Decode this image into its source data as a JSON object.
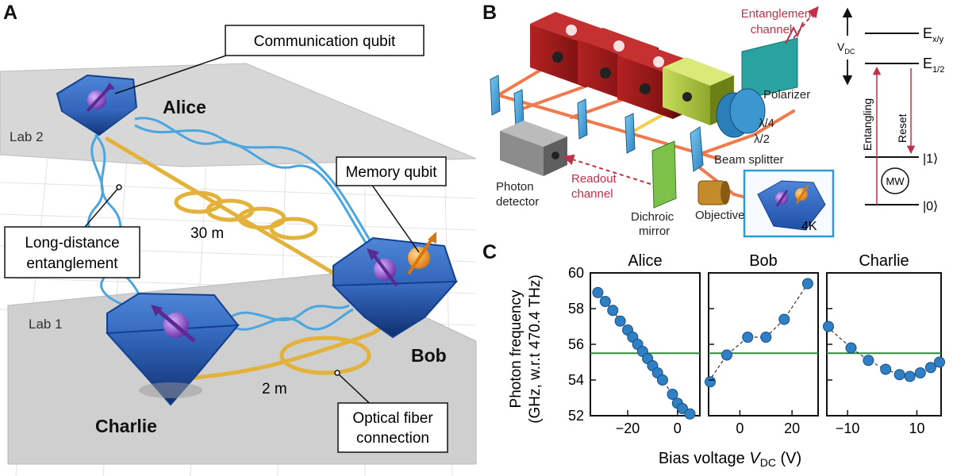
{
  "panels": {
    "a": {
      "letter": "A",
      "node_alice": "Alice",
      "node_bob": "Bob",
      "node_charlie": "Charlie",
      "lab2": "Lab 2",
      "lab1": "Lab 1",
      "callout_communication": "Communication qubit",
      "callout_memory": "Memory qubit",
      "callout_entanglement_1": "Long-distance",
      "callout_entanglement_2": "entanglement",
      "callout_fiber_1": "Optical fiber",
      "callout_fiber_2": "connection",
      "dist_long": "30 m",
      "dist_short": "2 m"
    },
    "b": {
      "letter": "B",
      "entanglement_channel_1": "Entanglement",
      "entanglement_channel_2": "channel",
      "readout_channel_1": "Readout",
      "readout_channel_2": "channel",
      "photon_detector_1": "Photon",
      "photon_detector_2": "detector",
      "dichroic_1": "Dichroic",
      "dichroic_2": "mirror",
      "objective": "Objective",
      "beam_splitter": "Beam splitter",
      "polarizer": "Polarizer",
      "quarter_wave": "λ/4",
      "half_wave": "λ/2",
      "cryo": "4K",
      "level_exy": "E",
      "level_exy_sub": "x/y",
      "level_e12": "E",
      "level_e12_sub": "1/2",
      "level_1": "|1⟩",
      "level_0": "|0⟩",
      "vdc": "V",
      "vdc_sub": "DC",
      "entangling": "Entangling",
      "reset": "Reset",
      "mw": "MW"
    },
    "c": {
      "letter": "C"
    }
  },
  "chart_data": {
    "type": "scatter",
    "ylabel_line1": "Photon frequency",
    "ylabel_line2": "(GHz, w.r.t 470.4 THz)",
    "xlabel": "Bias voltage",
    "xlabel_var": "V",
    "xlabel_sub": "DC",
    "xlabel_unit": "(V)",
    "ylim": [
      52,
      60
    ],
    "yticks": [
      52,
      54,
      56,
      58,
      60
    ],
    "reference_line_y": 55.5,
    "colors": {
      "points": "#2f7fc4",
      "points_edge": "#1b4f85",
      "reference": "#2e8b3a",
      "fit": "#333333"
    },
    "subplots": [
      {
        "name": "Alice",
        "xlim": [
          -35,
          9
        ],
        "xticks": [
          -20,
          0
        ],
        "x": [
          -32,
          -29,
          -26,
          -23,
          -20,
          -18,
          -16,
          -14,
          -12,
          -10,
          -8,
          -6,
          -2,
          0,
          2,
          5
        ],
        "y": [
          58.9,
          58.4,
          57.9,
          57.3,
          56.8,
          56.4,
          56.0,
          55.6,
          55.2,
          54.8,
          54.4,
          54.0,
          53.2,
          52.7,
          52.4,
          52.1
        ]
      },
      {
        "name": "Bob",
        "xlim": [
          -12,
          30
        ],
        "xticks": [
          0,
          20
        ],
        "x": [
          -12,
          -5,
          3,
          10,
          17,
          26
        ],
        "y": [
          53.9,
          55.4,
          56.4,
          56.4,
          57.4,
          59.4
        ]
      },
      {
        "name": "Charlie",
        "xlim": [
          -16,
          17
        ],
        "xticks": [
          -10,
          10
        ],
        "x": [
          -16,
          -9,
          -4,
          1,
          5,
          8,
          11,
          14,
          17
        ],
        "y": [
          57.0,
          55.8,
          55.1,
          54.6,
          54.3,
          54.2,
          54.4,
          54.7,
          55.0
        ]
      }
    ]
  }
}
